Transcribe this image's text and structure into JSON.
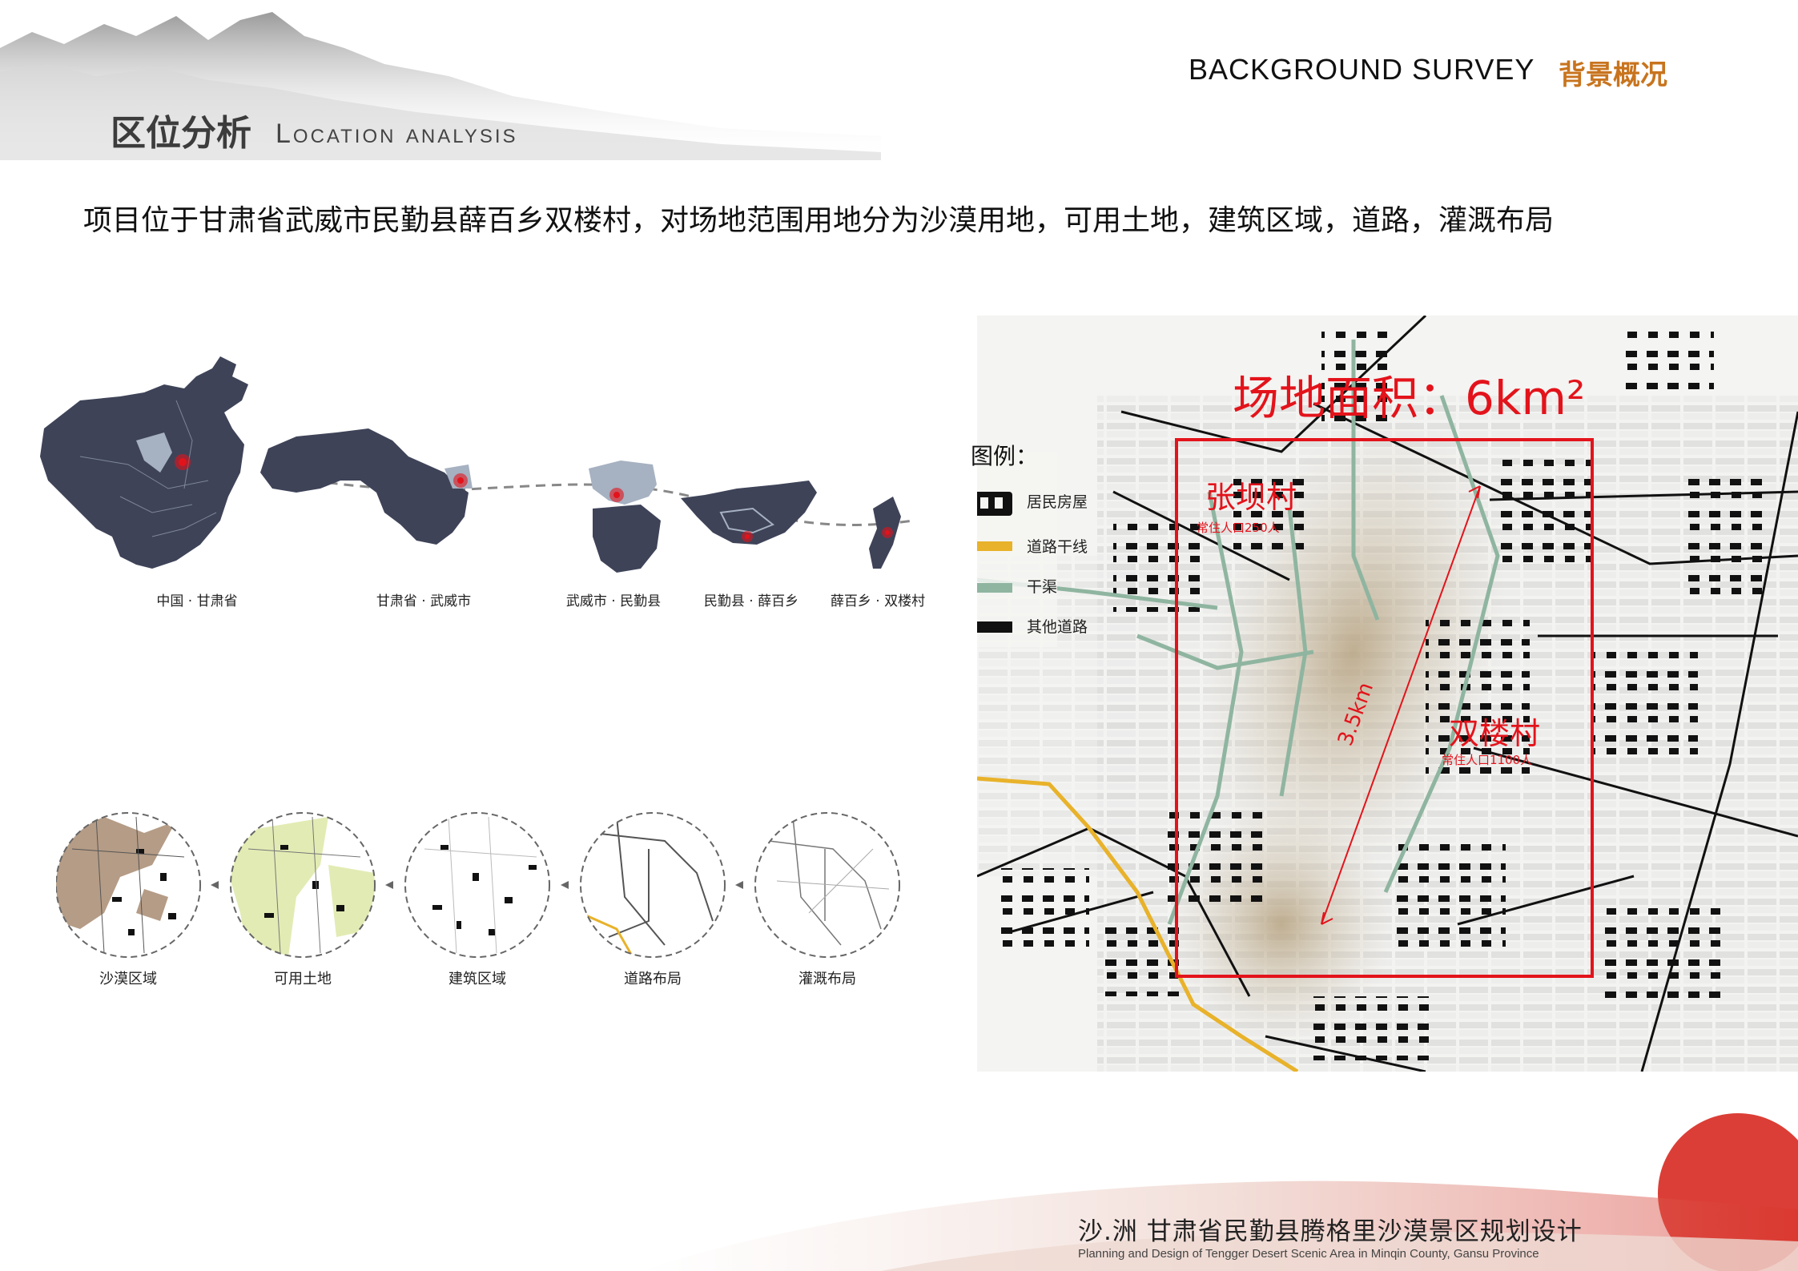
{
  "header": {
    "en": "BACKGROUND SURVEY",
    "cn": "背景概况"
  },
  "section_title": {
    "cn": "区位分析",
    "en": "Location analysis"
  },
  "intro": "项目位于甘肃省武威市民勤县薛百乡双楼村，对场地范围用地分为沙漠用地，可用土地，建筑区域，道路，灌溉布局",
  "location_maps": [
    "中国 · 甘肃省",
    "甘肃省 · 武威市",
    "武威市 · 民勤县",
    "民勤县 · 薛百乡",
    "薛百乡 · 双楼村"
  ],
  "layer_circles": [
    "沙漠区域",
    "可用土地",
    "建筑区域",
    "道路布局",
    "灌溉布局"
  ],
  "site_map": {
    "area_label": "场地面积：6km²",
    "distance_label": "3.5km",
    "village_a": {
      "name": "张坝村",
      "population": "常住人口250人"
    },
    "village_b": {
      "name": "双楼村",
      "population": "常住人口1100人"
    }
  },
  "legend": {
    "title": "图例：",
    "items": [
      {
        "label": "居民房屋",
        "color": "#111111"
      },
      {
        "label": "道路干线",
        "color": "#e8b22a"
      },
      {
        "label": "干渠",
        "color": "#8fb5a0"
      },
      {
        "label": "其他道路",
        "color": "#111111"
      }
    ]
  },
  "footer": {
    "cn": "沙.洲  甘肃省民勤县腾格里沙漠景区规划设计",
    "en": "Planning and Design of Tengger Desert Scenic Area in Minqin County, Gansu Province"
  },
  "colors": {
    "accent": "#c8741e",
    "map_dark": "#3e4358",
    "map_light": "#a6b1c1",
    "site_red": "#e3131b",
    "footer_red": "#d9342b"
  }
}
